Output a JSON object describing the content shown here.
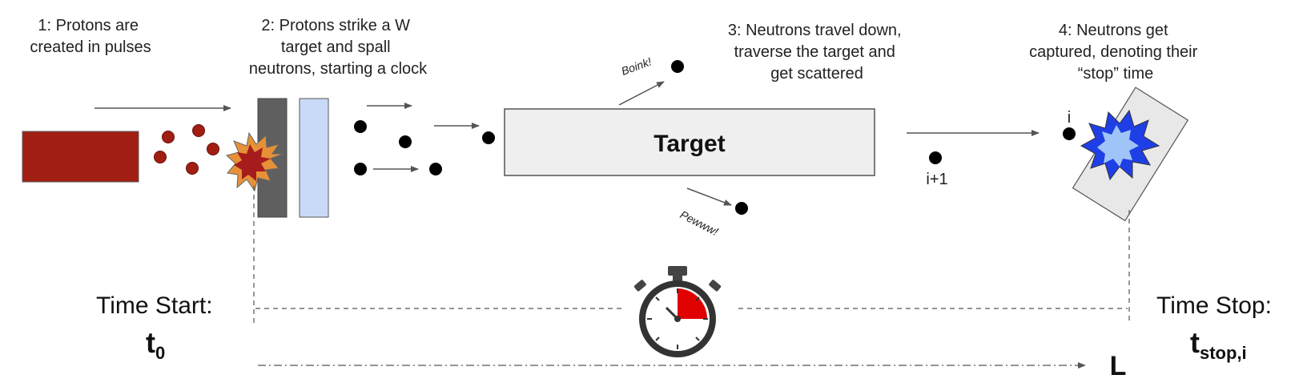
{
  "steps": {
    "step1": [
      "1: Protons are",
      "created in pulses"
    ],
    "step2": [
      "2: Protons strike a W",
      "target and spall",
      "neutrons, starting a clock"
    ],
    "step3": [
      "3: Neutrons travel down,",
      "traverse the target and",
      "get scattered"
    ],
    "step4": [
      "4: Neutrons get",
      "captured, denoting their",
      "“stop” time"
    ]
  },
  "target_label": "Target",
  "sounds": {
    "boink": "Boink!",
    "pewww": "Pewww!"
  },
  "neutron_labels": {
    "i": "i",
    "i_plus_1": "i+1"
  },
  "time_start": {
    "label": "Time Start:",
    "symbol": "t",
    "subscript": "0"
  },
  "time_stop": {
    "label": "Time Stop:",
    "symbol": "t",
    "subscript": "stop,i"
  },
  "distance_label": "L",
  "colors": {
    "proton_source": "#a01f12",
    "proton": "#a01f12",
    "tungsten_target": "#5f5f5f",
    "moderator": "#c9daf8",
    "target_fill": "#efefef",
    "neutron": "#000000",
    "arrow": "#555555",
    "explosion_outer": "#e69138",
    "explosion_inner": "#a61c1c",
    "capture_outer": "#1f3fe6",
    "capture_inner": "#9fc5f8",
    "detector": "#e8e8e8",
    "stopwatch_fill": "#e00000"
  },
  "icons": [
    "explosion-icon",
    "capture-burst-icon",
    "stopwatch-icon"
  ]
}
